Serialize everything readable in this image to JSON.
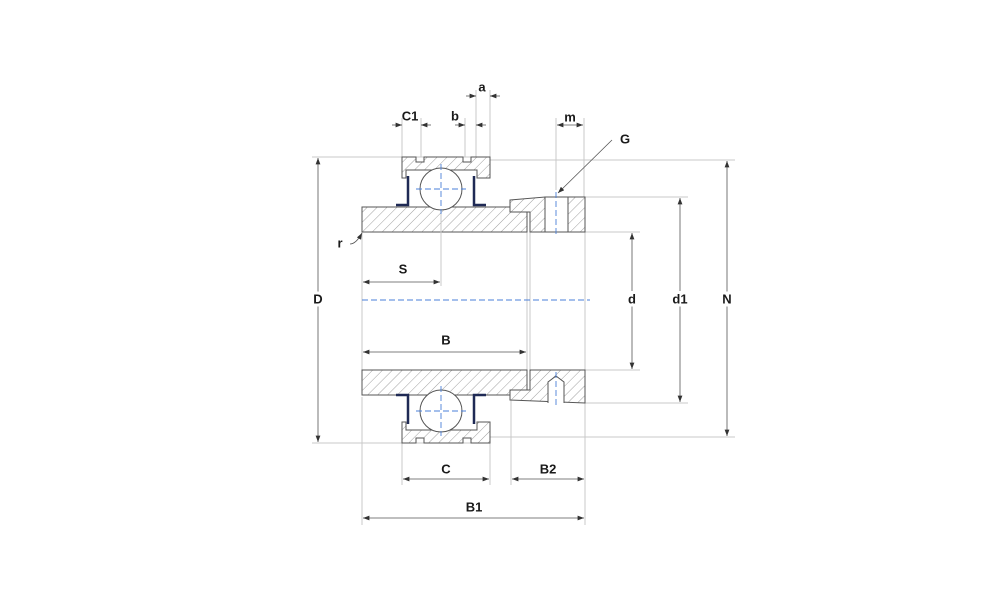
{
  "labels": {
    "a": "a",
    "b": "b",
    "C1": "C1",
    "m": "m",
    "G": "G",
    "r": "r",
    "S": "S",
    "B": "B",
    "D": "D",
    "d": "d",
    "d1": "d1",
    "N": "N",
    "C": "C",
    "B2": "B2",
    "B1": "B1"
  },
  "colors": {
    "centerline": "#4a7fd8",
    "seal": "#1f2a55"
  }
}
